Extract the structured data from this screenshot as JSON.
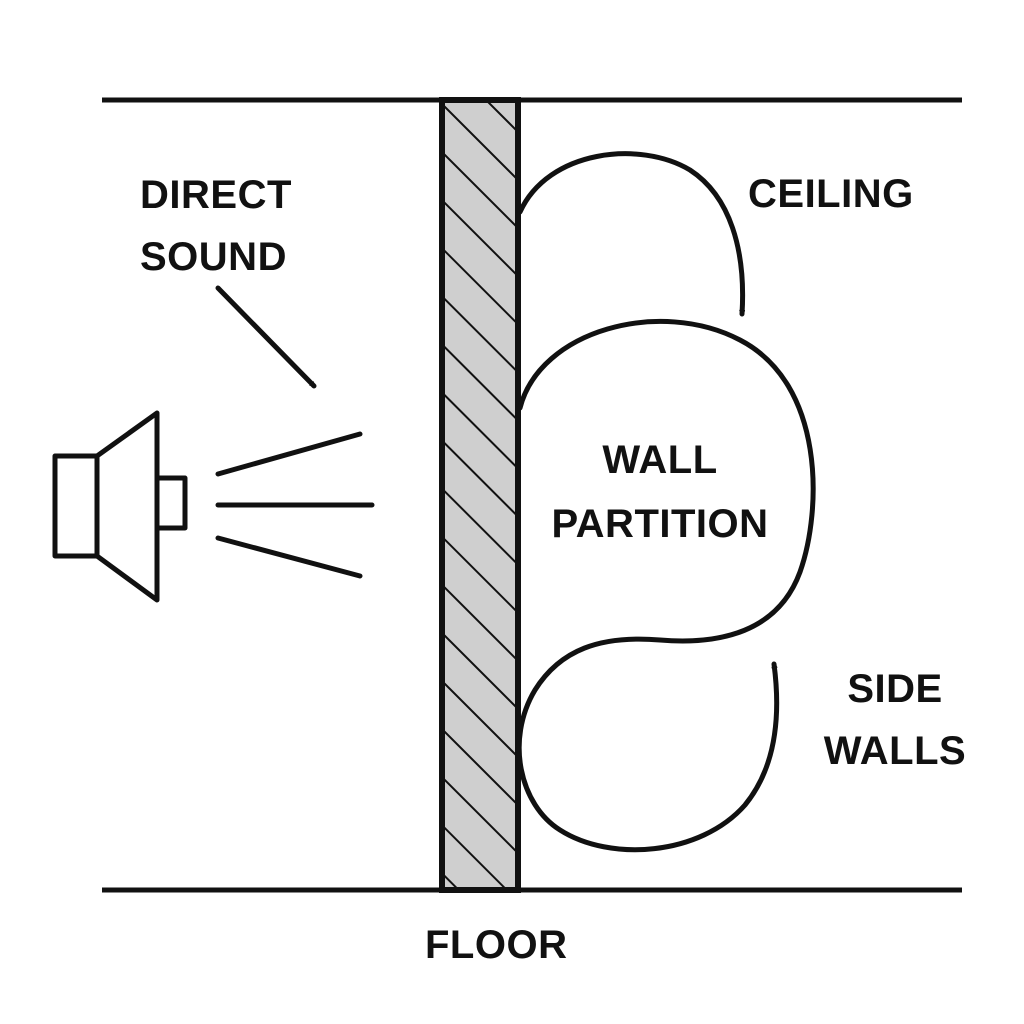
{
  "labels": {
    "direct_sound": [
      "DIRECT",
      "SOUND"
    ],
    "ceiling": "CEILING",
    "wall_partition": [
      "WALL",
      "PARTITION"
    ],
    "side_walls": [
      "SIDE",
      "WALLS"
    ],
    "floor": "FLOOR"
  },
  "icons": {
    "speaker": "speaker-icon"
  },
  "colors": {
    "stroke": "#111111",
    "wall_fill": "#cfcfcf",
    "background": "#ffffff"
  }
}
